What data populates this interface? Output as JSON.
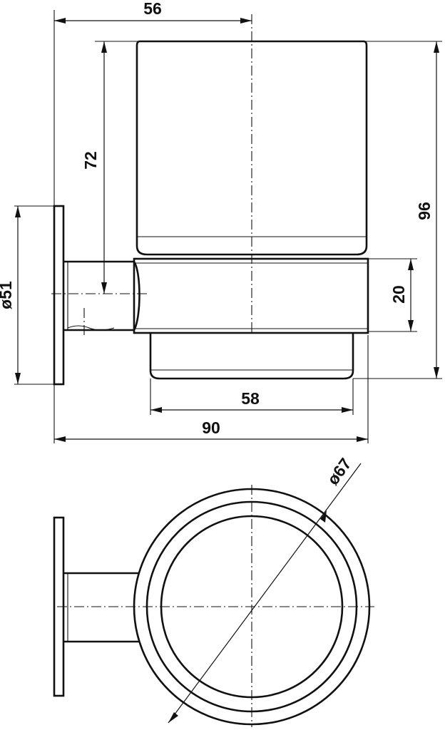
{
  "diagram": {
    "side_view": {
      "dim_top_width": "56",
      "dim_cup_height": "72",
      "dim_total_height": "96",
      "dim_plate_diameter": "ø51",
      "dim_ring_height": "20",
      "dim_base_width": "58",
      "dim_total_depth": "90"
    },
    "top_view": {
      "dim_ring_diameter": "ø67"
    }
  }
}
